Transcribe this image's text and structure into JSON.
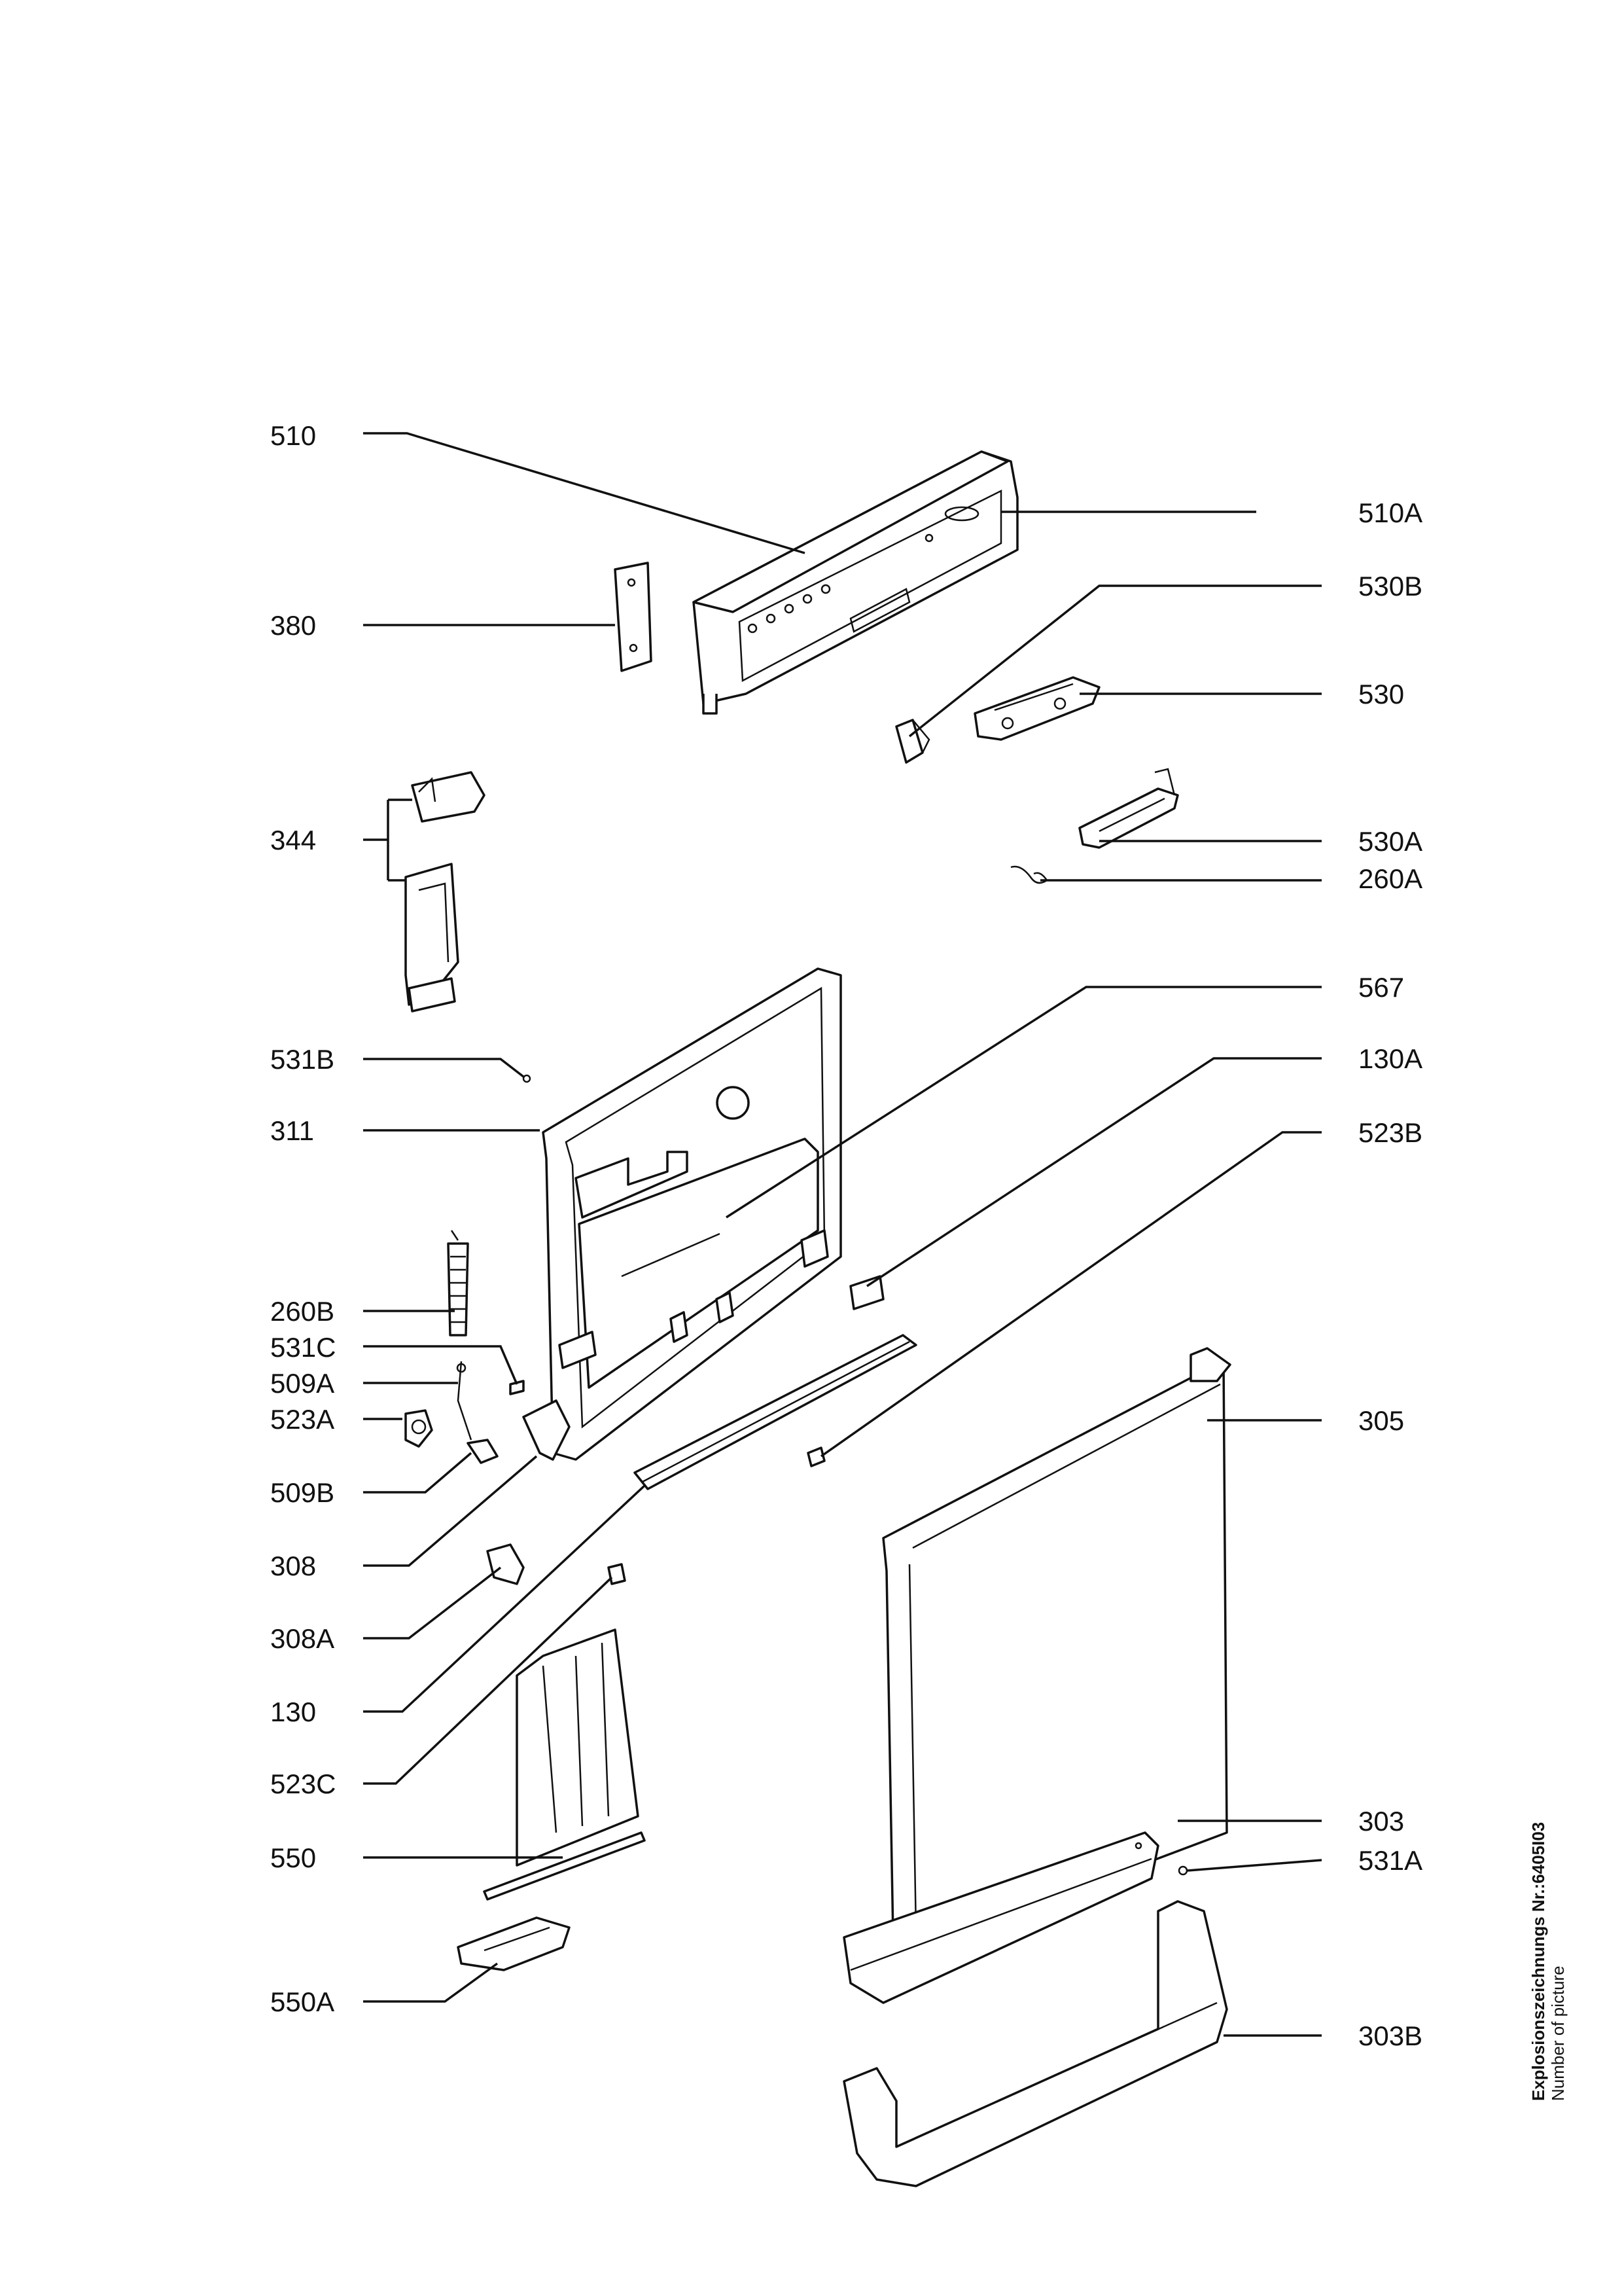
{
  "diagram": {
    "labels": [
      "510",
      "510A",
      "380",
      "530B",
      "530",
      "344",
      "530A",
      "260A",
      "567",
      "531B",
      "130A",
      "311",
      "523B",
      "260B",
      "531C",
      "509A",
      "523A",
      "305",
      "509B",
      "308",
      "308A",
      "130",
      "523C",
      "303",
      "550",
      "531A",
      "550A",
      "303B"
    ],
    "side_note": {
      "line1": "Explosionszeichnungs Nr.:6405I03",
      "line2": "Number of picture"
    }
  }
}
